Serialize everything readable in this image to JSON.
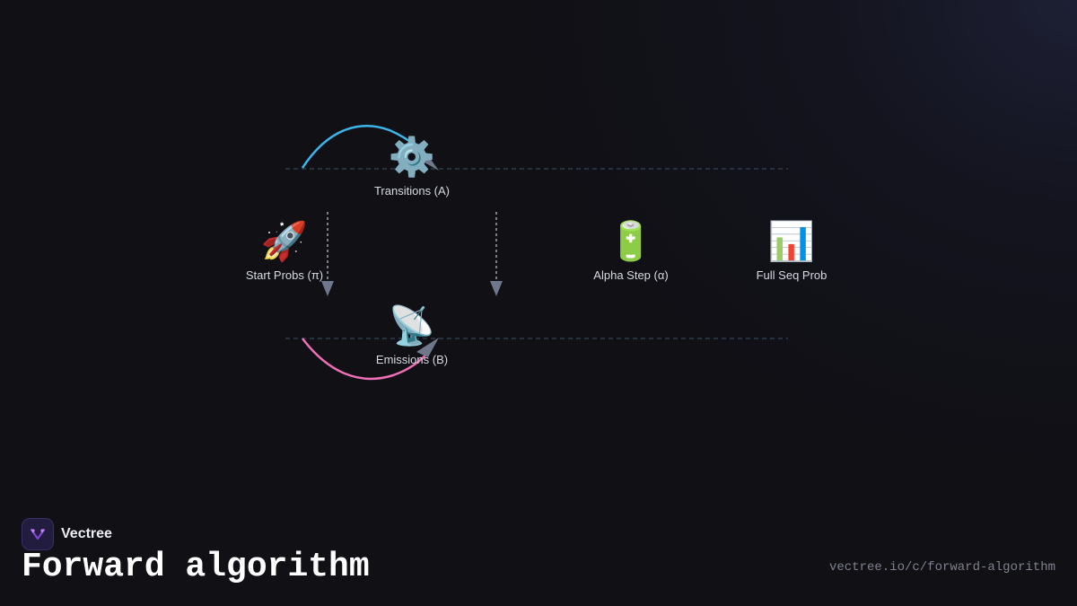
{
  "nodes": {
    "transitions": {
      "emoji": "⚙️",
      "label": "Transitions (A)"
    },
    "start_probs": {
      "emoji": "🚀",
      "label": "Start Probs (π)"
    },
    "alpha_step": {
      "emoji": "🔋",
      "label": "Alpha Step (α)"
    },
    "full_seq_prob": {
      "emoji": "📊",
      "label": "Full Seq Prob"
    },
    "emissions": {
      "emoji": "📡",
      "label": "Emissions (B)"
    }
  },
  "colors": {
    "top_arc": "#3db5ea",
    "bottom_arc": "#ee6fb5",
    "arrow": "#6f778a",
    "dashed_line": "#2f3b4c",
    "connector": "#9aa2b4"
  },
  "footer": {
    "brand": "Vectree",
    "title": "Forward algorithm",
    "url": "vectree.io/c/forward-algorithm"
  }
}
